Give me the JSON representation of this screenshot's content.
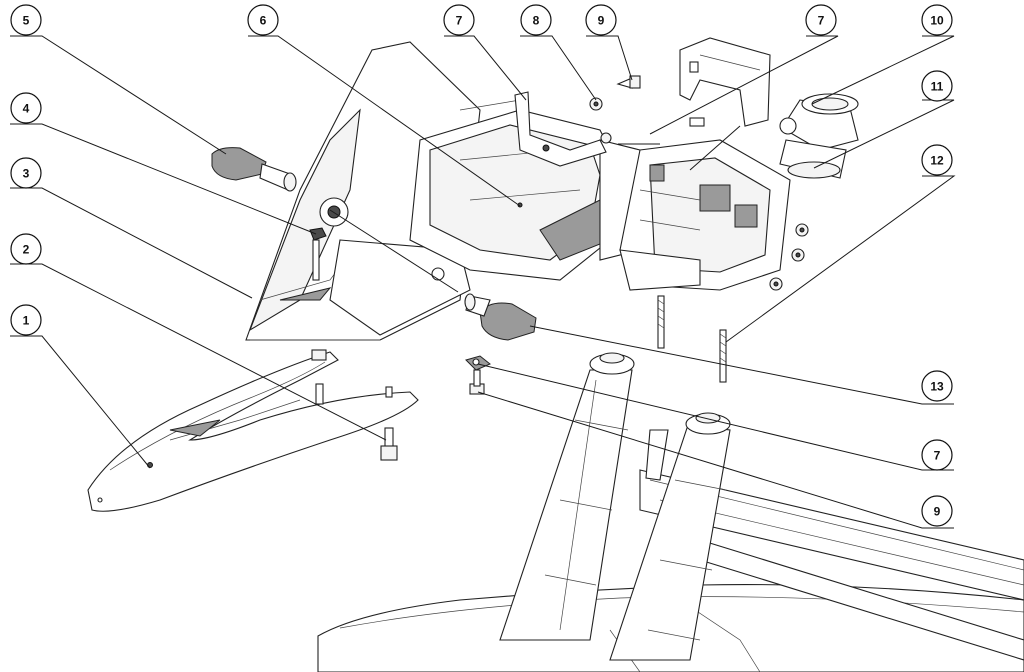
{
  "diagram": {
    "callouts": [
      {
        "id": "c1",
        "label": "1"
      },
      {
        "id": "c2",
        "label": "2"
      },
      {
        "id": "c3",
        "label": "3"
      },
      {
        "id": "c4",
        "label": "4"
      },
      {
        "id": "c5",
        "label": "5"
      },
      {
        "id": "c6",
        "label": "6"
      },
      {
        "id": "c7a",
        "label": "7"
      },
      {
        "id": "c8",
        "label": "8"
      },
      {
        "id": "c9a",
        "label": "9"
      },
      {
        "id": "c7b",
        "label": "7"
      },
      {
        "id": "c10",
        "label": "10"
      },
      {
        "id": "c11",
        "label": "11"
      },
      {
        "id": "c12",
        "label": "12"
      },
      {
        "id": "c13",
        "label": "13"
      },
      {
        "id": "c7c",
        "label": "7"
      },
      {
        "id": "c9b",
        "label": "9"
      }
    ]
  }
}
